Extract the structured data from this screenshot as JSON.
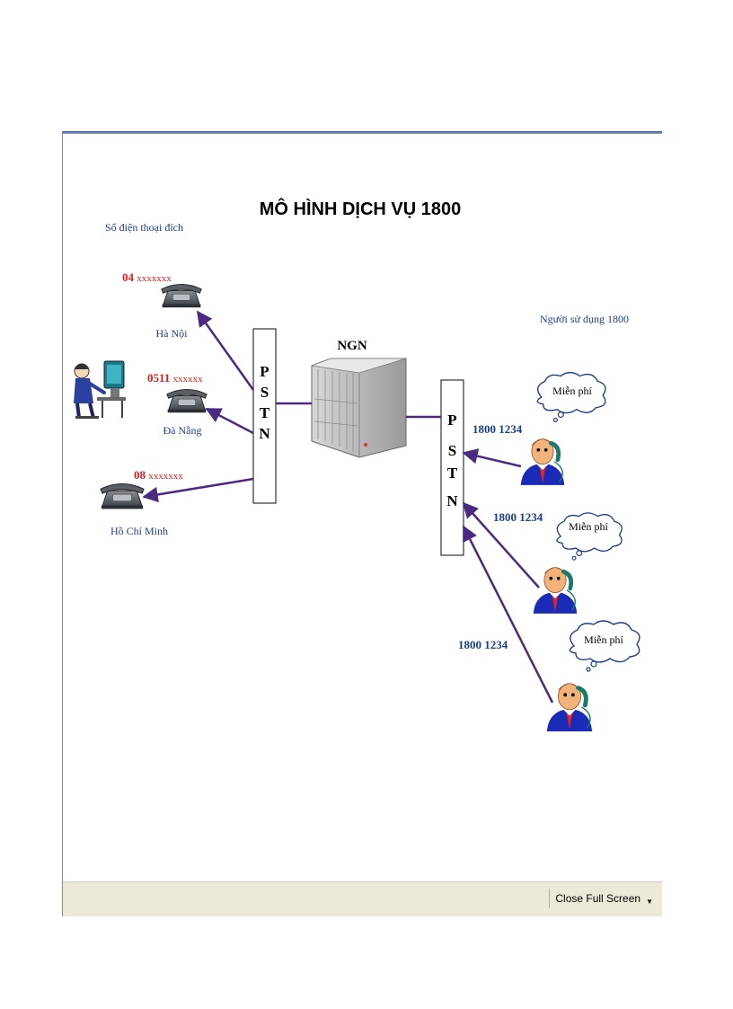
{
  "title": "MÔ HÌNH DỊCH VỤ 1800",
  "destination_header": "Số điện thoại đích",
  "user_header": "Người sử dụng 1800",
  "ngn_label": "NGN",
  "pstn_label": [
    "P",
    "S",
    "T",
    "N"
  ],
  "destinations": [
    {
      "prefix": "04",
      "suffix": "xxxxxxx",
      "city": "Hà Nội"
    },
    {
      "prefix": "0511",
      "suffix": "xxxxxx",
      "city": "Đà Nẵng"
    },
    {
      "prefix": "08",
      "suffix": "xxxxxxx",
      "city": "Hồ Chí Minh"
    }
  ],
  "callers": [
    {
      "number": "1800 1234",
      "bubble": "Miễn phí"
    },
    {
      "number": "1800 1234",
      "bubble": "Miễn phí"
    },
    {
      "number": "1800 1234",
      "bubble": "Miễn phí"
    }
  ],
  "statusbar": {
    "close_label": "Close Full Screen"
  },
  "colors": {
    "arrow": "#4b2a83",
    "red_text": "#e02020",
    "blue_text": "#1f3c88"
  }
}
